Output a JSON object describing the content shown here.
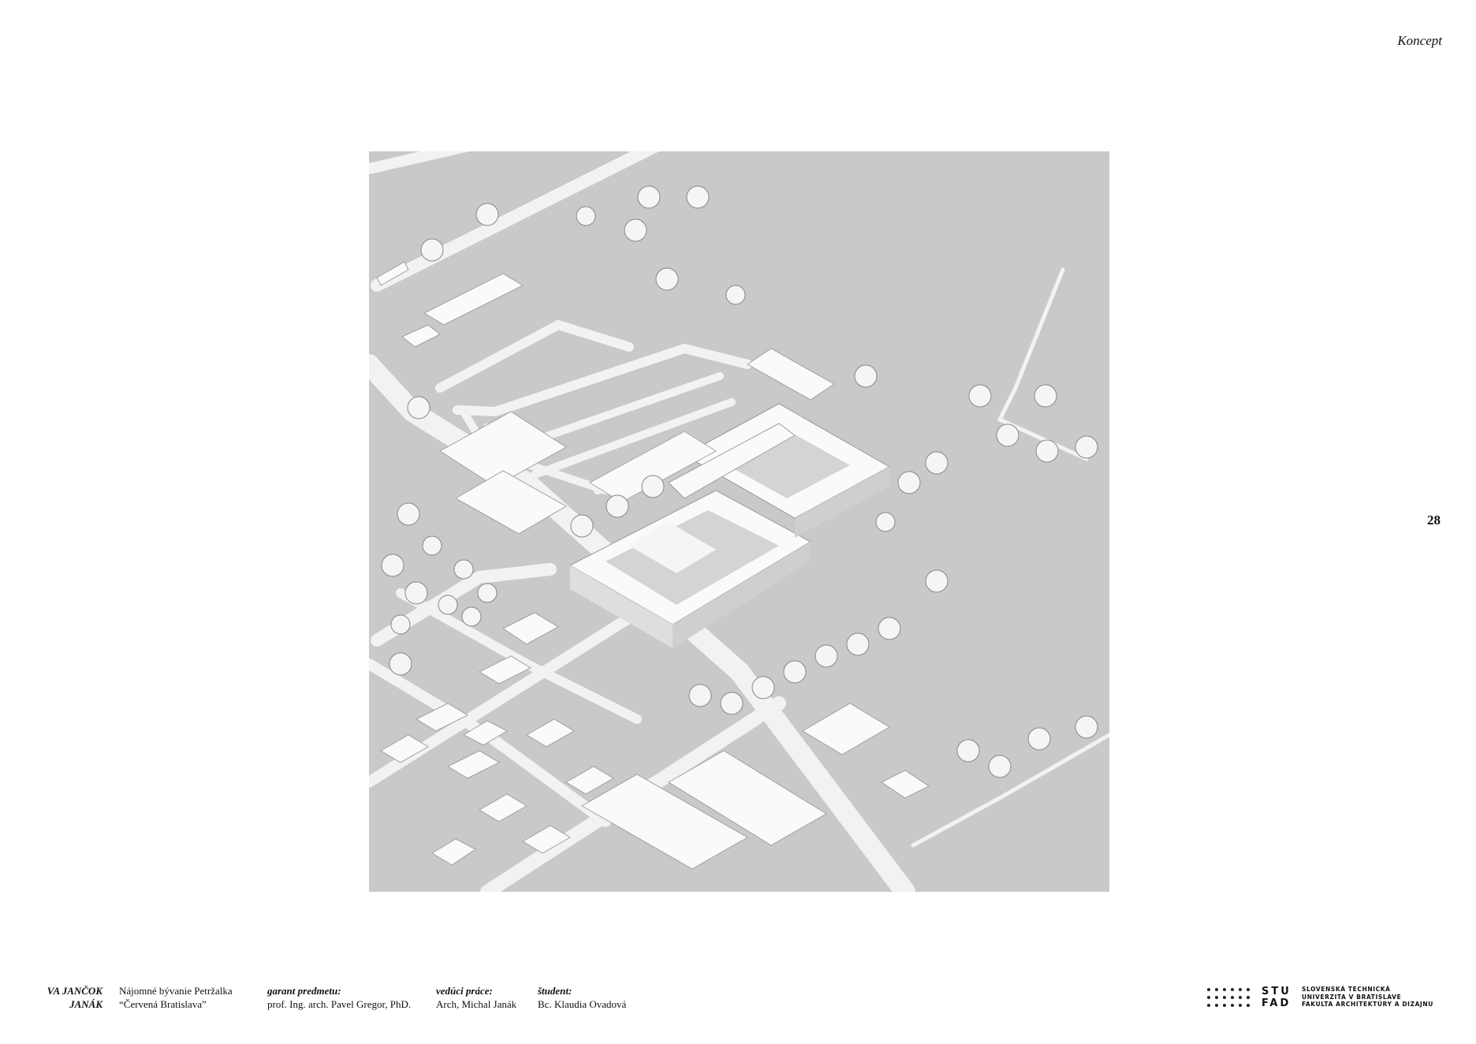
{
  "page": {
    "section_title": "Koncept",
    "page_number": "28"
  },
  "footer": {
    "course_line1": "VA JANČOK",
    "course_line2": "JANÁK",
    "project_line1": "Nájomné bývanie Petržalka",
    "project_line2": "“Červená Bratislava”",
    "garant_label": "garant predmetu:",
    "garant_value": "prof. Ing. arch. Pavel Gregor, PhD.",
    "veduci_label": "vedúci práce:",
    "veduci_value": "Arch, Michal Janák",
    "student_label": "študent:",
    "student_value": "Bc. Klaudia Ovadová"
  },
  "logo": {
    "mark_line1": "STU",
    "mark_line2": "FAD",
    "name_line1": "SLOVENSKÁ TECHNICKÁ",
    "name_line2": "UNIVERZITA V BRATISLAVE",
    "name_line3": "FAKULTA ARCHITEKTÚRY A DIZAJNU"
  },
  "colors": {
    "ground": "#c9c9c9",
    "roads": "#f2f2f2",
    "buildings": "#fafafa",
    "shadows": "#9a9a9a"
  }
}
